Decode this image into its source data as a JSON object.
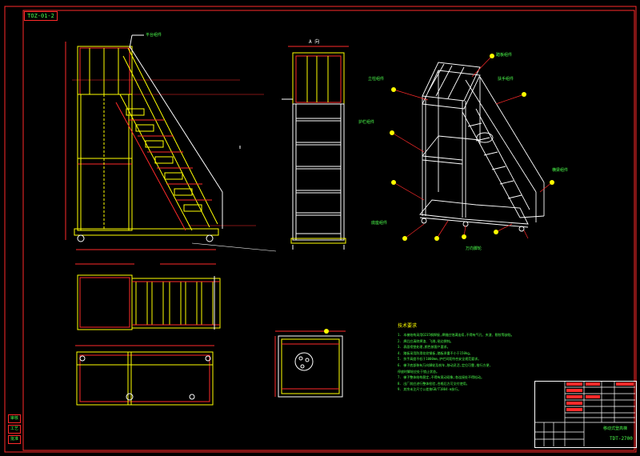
{
  "drawing": {
    "corner_tag": "TOZ-01-2",
    "section_label": "A  向",
    "notes_title": "技术要求",
    "notes": [
      "1. 本梯结构采用Q235钢焊接,焊缝应饱满连续,不得有气孔、夹渣、裂纹等缺陷。",
      "2. 焊后应清除焊渣、飞溅,锐边倒钝。",
      "3. 表面喷塑处理,颜色按客户要求。",
      "4. 踏板采用防滑花纹钢板,踏板承重不小于150kg。",
      "5. 扶手高度不低于1000mm,护栏间距符合安全规范要求。",
      "6. 梯子底部装有万向脚轮及刹车,移动灵活,定位可靠,推行方便,",
      "   停放时脚轮应处于锁止状态。",
      "7. 梯子整体结构稳定,不得有晃动现象;各连接处不得松动。",
      "8. 出厂前应进行整体检验,合格后方可交付使用。",
      "9. 其余未注尺寸公差按GB/T1804-m执行。"
    ],
    "title_block": {
      "drawing_name": "移动式登高梯",
      "drawing_code": "TDT-2700"
    },
    "side_tags": [
      "审核",
      "工艺",
      "批准"
    ],
    "callouts": {
      "c1": "踏板组件",
      "c2": "扶手组件",
      "c3": "立柱组件",
      "c4": "护栏组件",
      "c5": "横梁组件",
      "c6": "底座组件",
      "c7": "万向脚轮",
      "c8": "平台组件"
    }
  }
}
